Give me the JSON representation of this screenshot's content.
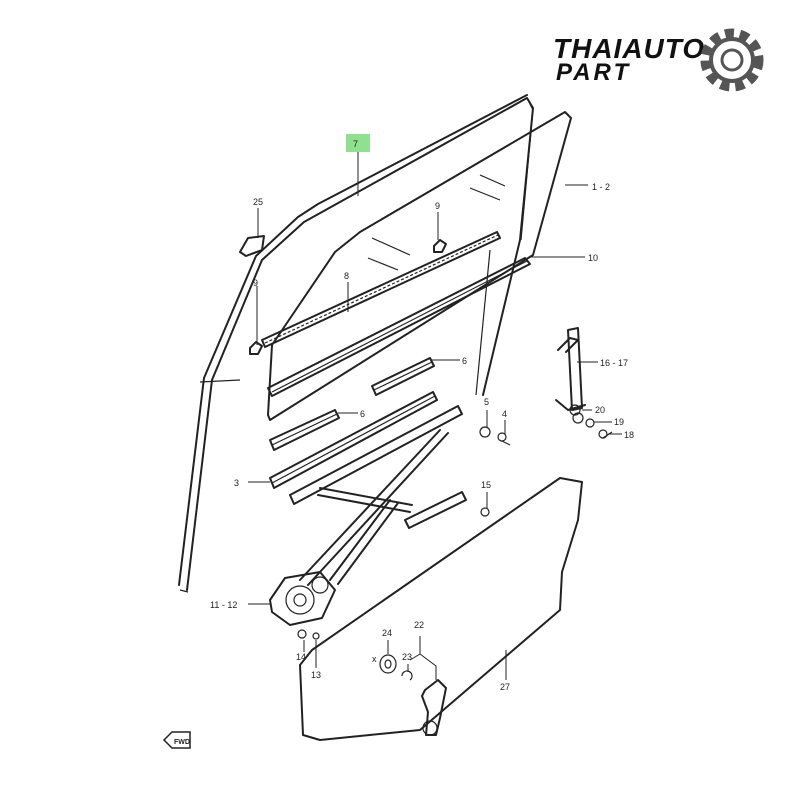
{
  "brand": {
    "line1": "THAIAUTO",
    "line2": "PART",
    "icon": "gear-icon",
    "color": "#111111"
  },
  "highlight_color": "#8fe08f",
  "callouts": {
    "p7": "7",
    "p1_2": "1 - 2",
    "p25": "25",
    "p9a": "9",
    "p9b": "9",
    "p8": "8",
    "p10": "10",
    "p6a": "6",
    "p6b": "6",
    "p16_17": "16 - 17",
    "p5": "5",
    "p4": "4",
    "p20": "20",
    "p19": "19",
    "p18": "18",
    "p3": "3",
    "p15": "15",
    "p11_12": "11 - 12",
    "p14": "14",
    "p13": "13",
    "p24": "24",
    "p23": "23",
    "p22": "22",
    "p27": "27",
    "x_mark": "x"
  },
  "fwd_label": "FWD"
}
